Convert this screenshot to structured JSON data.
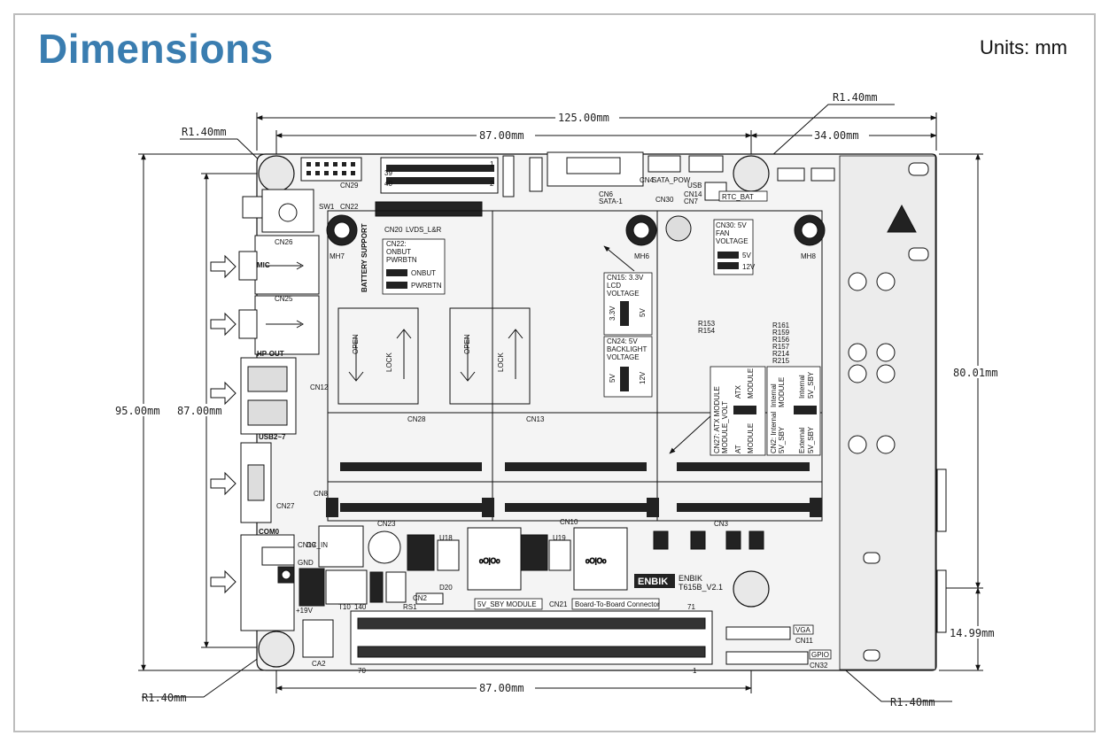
{
  "page": {
    "title": "Dimensions",
    "units": "Units: mm"
  },
  "dimensions": {
    "top_total": "125.00mm",
    "top_inner": "87.00mm",
    "top_right": "34.00mm",
    "bottom_inner": "87.00mm",
    "left_outer": "95.00mm",
    "left_inner": "87.00mm",
    "right_tall": "80.01mm",
    "right_short": "14.99mm",
    "radius_tl": "R1.40mm",
    "radius_tr": "R1.40mm",
    "radius_bl": "R1.40mm",
    "radius_br": "R1.40mm"
  },
  "board": {
    "model_brand": "ENBIK",
    "model_text": "ENBIK",
    "model_version": "T615B_V2.1",
    "labels": {
      "cn29": "CN29",
      "sw1": "SW1",
      "cn22": "CN22",
      "cn20": "CN20",
      "lvds": "LVDS_L&R",
      "cn26": "CN26",
      "cn25": "CN25",
      "mic": "MIC",
      "hp_out": "HP-OUT",
      "usb": "USB2~7",
      "cn12": "CN12",
      "com0": "COM0",
      "cn8": "CN8",
      "cn27": "CN27",
      "cn19": "CN19",
      "dcin": "DC_IN",
      "gnd": "GND",
      "v19": "+19V",
      "t10": "T10",
      "cn23": "CN23",
      "ca2": "CA2",
      "rs1": "RS1",
      "cn2": "CN2",
      "d20": "D20",
      "u18": "U18",
      "u19": "U19",
      "sby": "5V_SBY MODULE",
      "cn21": "CN21",
      "btb": "Board-To-Board Connector",
      "p140": "140",
      "p71": "71",
      "p70": "70",
      "p1": "1",
      "mh7": "MH7",
      "mh6": "MH6",
      "mh8": "MH8",
      "battery": "BATTERY SUPPORT",
      "cn22_title": "CN22:",
      "onbut": "ONBUT",
      "pwrbtn": "PWRBTN",
      "onbut2": "ONBUT",
      "pwrbtn2": "PWRBTN",
      "cn28": "CN28",
      "cn13": "CN13",
      "cn10": "CN10",
      "cn3": "CN3",
      "cn6": "CN6",
      "sata1": "SATA-1",
      "cn4": "CN4",
      "sata_pow": "SATA_POW",
      "cn30": "CN30",
      "usb_s": "USB",
      "cn14": "CN14",
      "cn7": "CN7",
      "rtc": "RTC_BAT",
      "cn15": "CN15: 3.3V",
      "lcd": "LCD",
      "voltage": "VOLTAGE",
      "v33": "3.3V",
      "v5a": "5V",
      "cn24": "CN24: 5V",
      "backlight": "BACKLIGHT",
      "voltage2": "VOLTAGE",
      "v5b": "5V",
      "v12a": "12V",
      "cn30b": "CN30: 5V",
      "fan": "FAN",
      "voltage3": "VOLTAGE",
      "v5c": "5V",
      "v12b": "12V",
      "r153": "R153",
      "r154": "R154",
      "r161": "R161",
      "r159": "R159",
      "r156": "R156",
      "r157": "R157",
      "r214": "R214",
      "r215": "R215",
      "cn27_atx": "CN27: ATX MODULE",
      "module_volt": "MODULE_VOLT",
      "atx": "ATX",
      "module": "MODULE",
      "at": "AT",
      "module2": "MODULE",
      "cn2_int": "CN2: Internal",
      "sby5": "5V_SBY",
      "internal": "Internal",
      "module3": "MODULE",
      "internal2": "Internal",
      "sby5b": "5V_SBY",
      "external": "External",
      "sby5c": "5V_SBY",
      "vga": "VGA",
      "cn11": "CN11",
      "gpio": "GPIO",
      "cn32": "CN32",
      "pin39": "39",
      "pin40": "40",
      "pin1": "1",
      "pin2": "2",
      "open": "OPEN",
      "lock": "LOCK",
      "open2": "OPEN",
      "lock2": "LOCK"
    }
  },
  "colors": {
    "title": "#3a7db0",
    "board_fill": "#f4f4f4",
    "line": "#111111"
  }
}
